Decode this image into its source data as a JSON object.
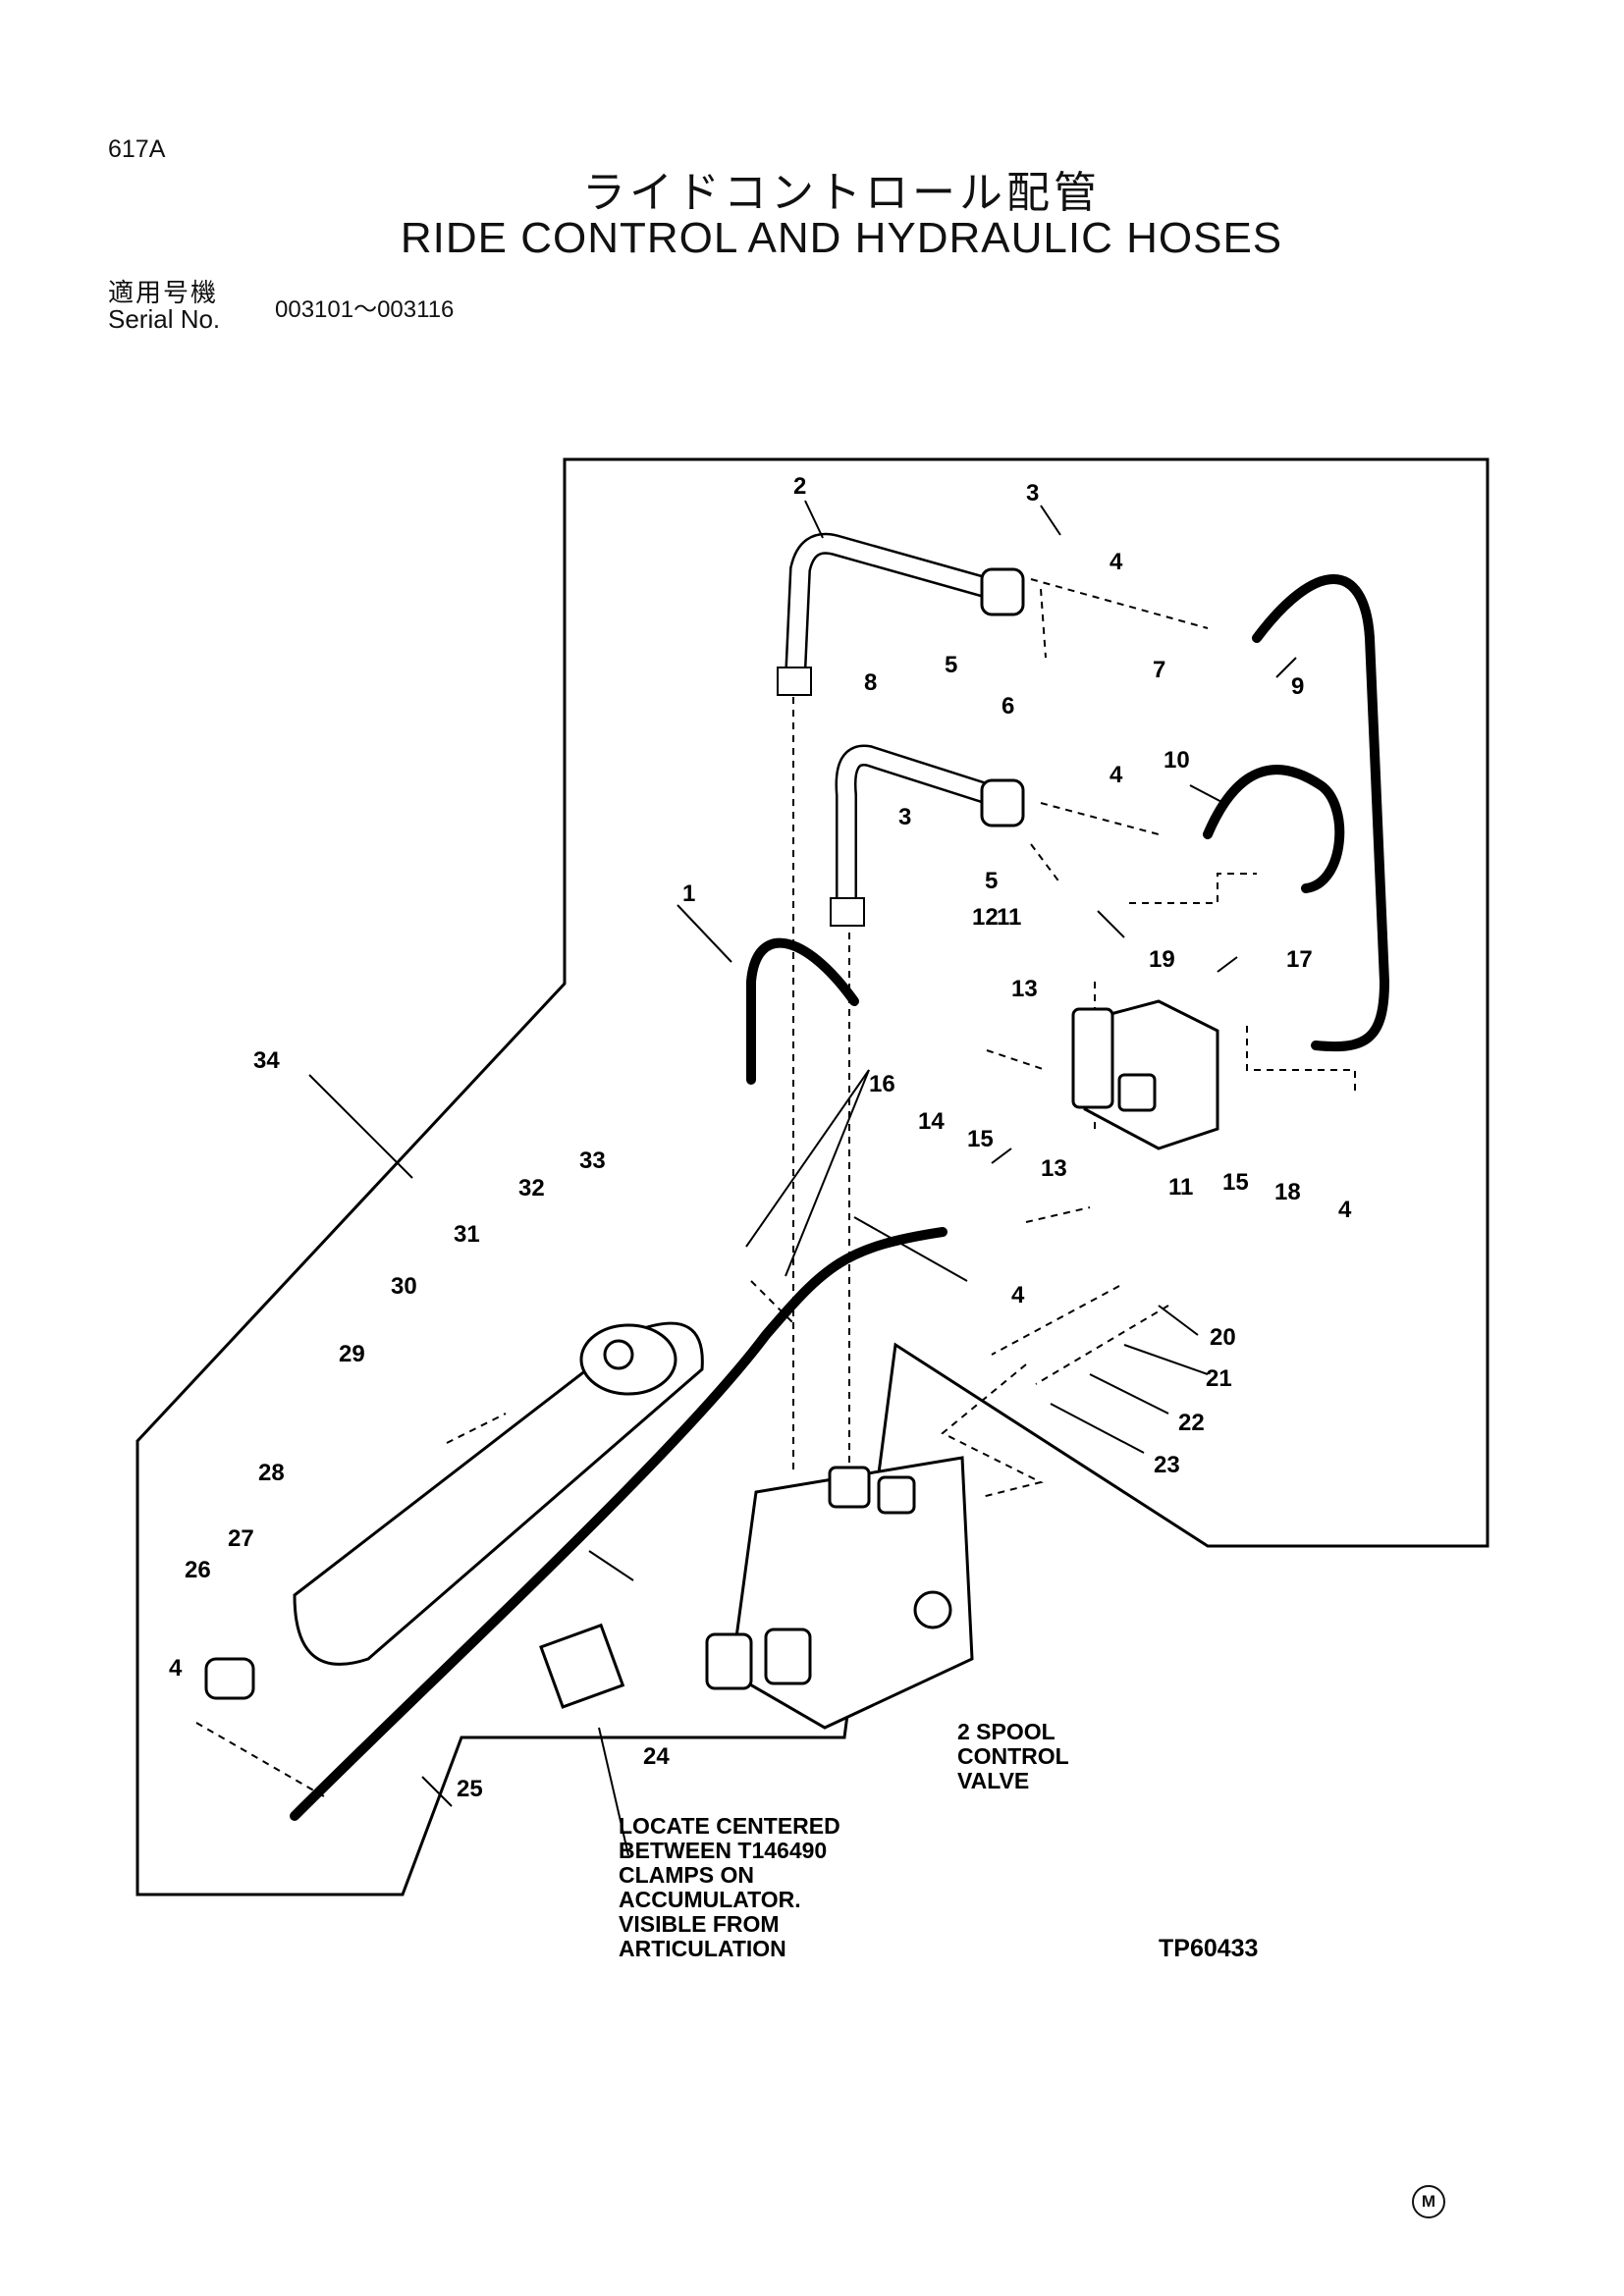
{
  "header": {
    "page_code": "617A",
    "title_jp": "ライドコントロール配管",
    "title_en": "RIDE CONTROL AND HYDRAULIC HOSES",
    "serial_label_jp": "適用号機",
    "serial_label_en": "Serial No.",
    "serial_range": "003101～003116"
  },
  "diagram": {
    "callouts": [
      "1",
      "2",
      "3",
      "3",
      "4",
      "4",
      "4",
      "4",
      "4",
      "5",
      "5",
      "6",
      "7",
      "8",
      "9",
      "10",
      "11",
      "11",
      "12",
      "13",
      "13",
      "14",
      "15",
      "15",
      "16",
      "17",
      "18",
      "19",
      "20",
      "21",
      "22",
      "23",
      "24",
      "25",
      "26",
      "27",
      "28",
      "29",
      "30",
      "31",
      "32",
      "33",
      "34"
    ],
    "notes": {
      "valve_label": [
        "2 SPOOL",
        "CONTROL",
        "VALVE"
      ],
      "decal_note": [
        "LOCATE CENTERED",
        "BETWEEN T146490",
        "CLAMPS ON",
        "ACCUMULATOR.",
        "VISIBLE FROM",
        "ARTICULATION"
      ]
    },
    "ref_code": "TP60433"
  },
  "footer": {
    "mark": "M"
  }
}
